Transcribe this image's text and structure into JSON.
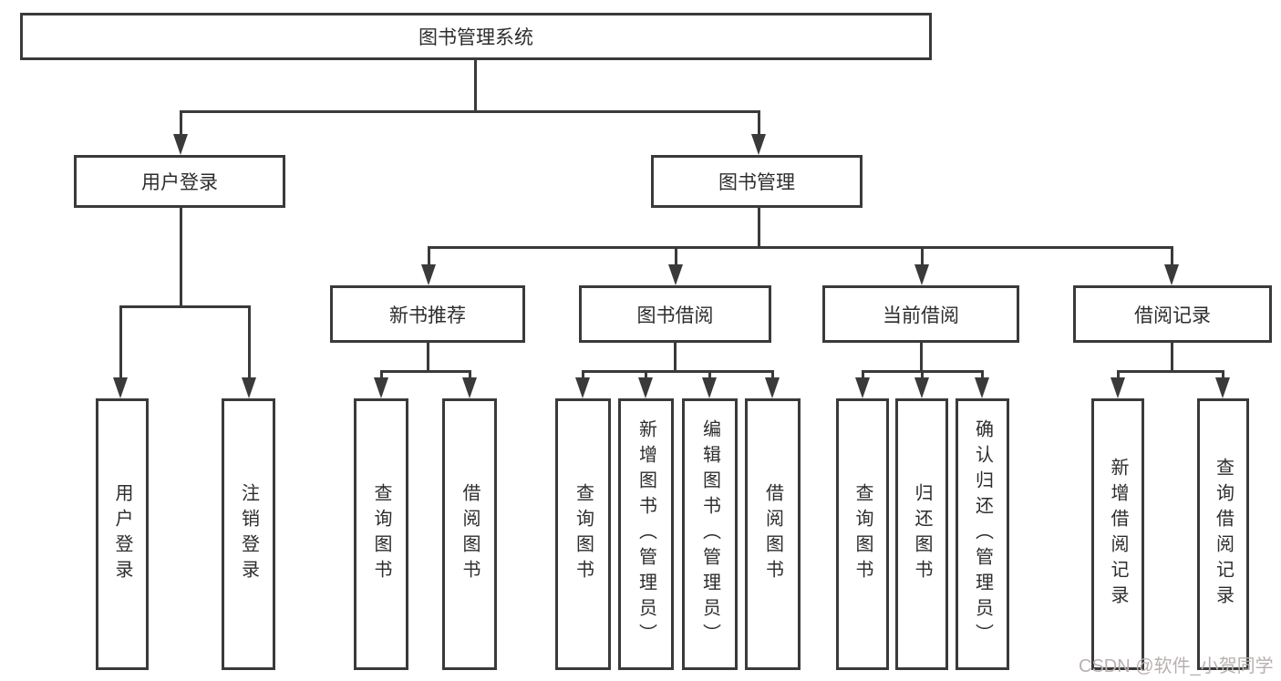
{
  "diagram": {
    "title": "图书管理系统",
    "type": "hierarchy-structure-chart",
    "colors": {
      "line": "#3a3a3a",
      "text": "#2d2d2d",
      "watermark": "#b9b0b0",
      "background": "#ffffff"
    },
    "watermark": "CSDN @软件_小贺同学"
  },
  "tree": {
    "label": "图书管理系统",
    "children": [
      {
        "label": "用户登录",
        "children": [
          {
            "label": "用户登录"
          },
          {
            "label": "注销登录"
          }
        ]
      },
      {
        "label": "图书管理",
        "children": [
          {
            "label": "新书推荐",
            "children": [
              {
                "label": "查询图书"
              },
              {
                "label": "借阅图书"
              }
            ]
          },
          {
            "label": "图书借阅",
            "children": [
              {
                "label": "查询图书"
              },
              {
                "label": "新增图书（管理员）"
              },
              {
                "label": "编辑图书（管理员）"
              },
              {
                "label": "借阅图书"
              }
            ]
          },
          {
            "label": "当前借阅",
            "children": [
              {
                "label": "查询图书"
              },
              {
                "label": "归还图书"
              },
              {
                "label": "确认归还（管理员）"
              }
            ]
          },
          {
            "label": "借阅记录",
            "children": [
              {
                "label": "新增借阅记录"
              },
              {
                "label": "查询借阅记录"
              }
            ]
          }
        ]
      }
    ]
  }
}
